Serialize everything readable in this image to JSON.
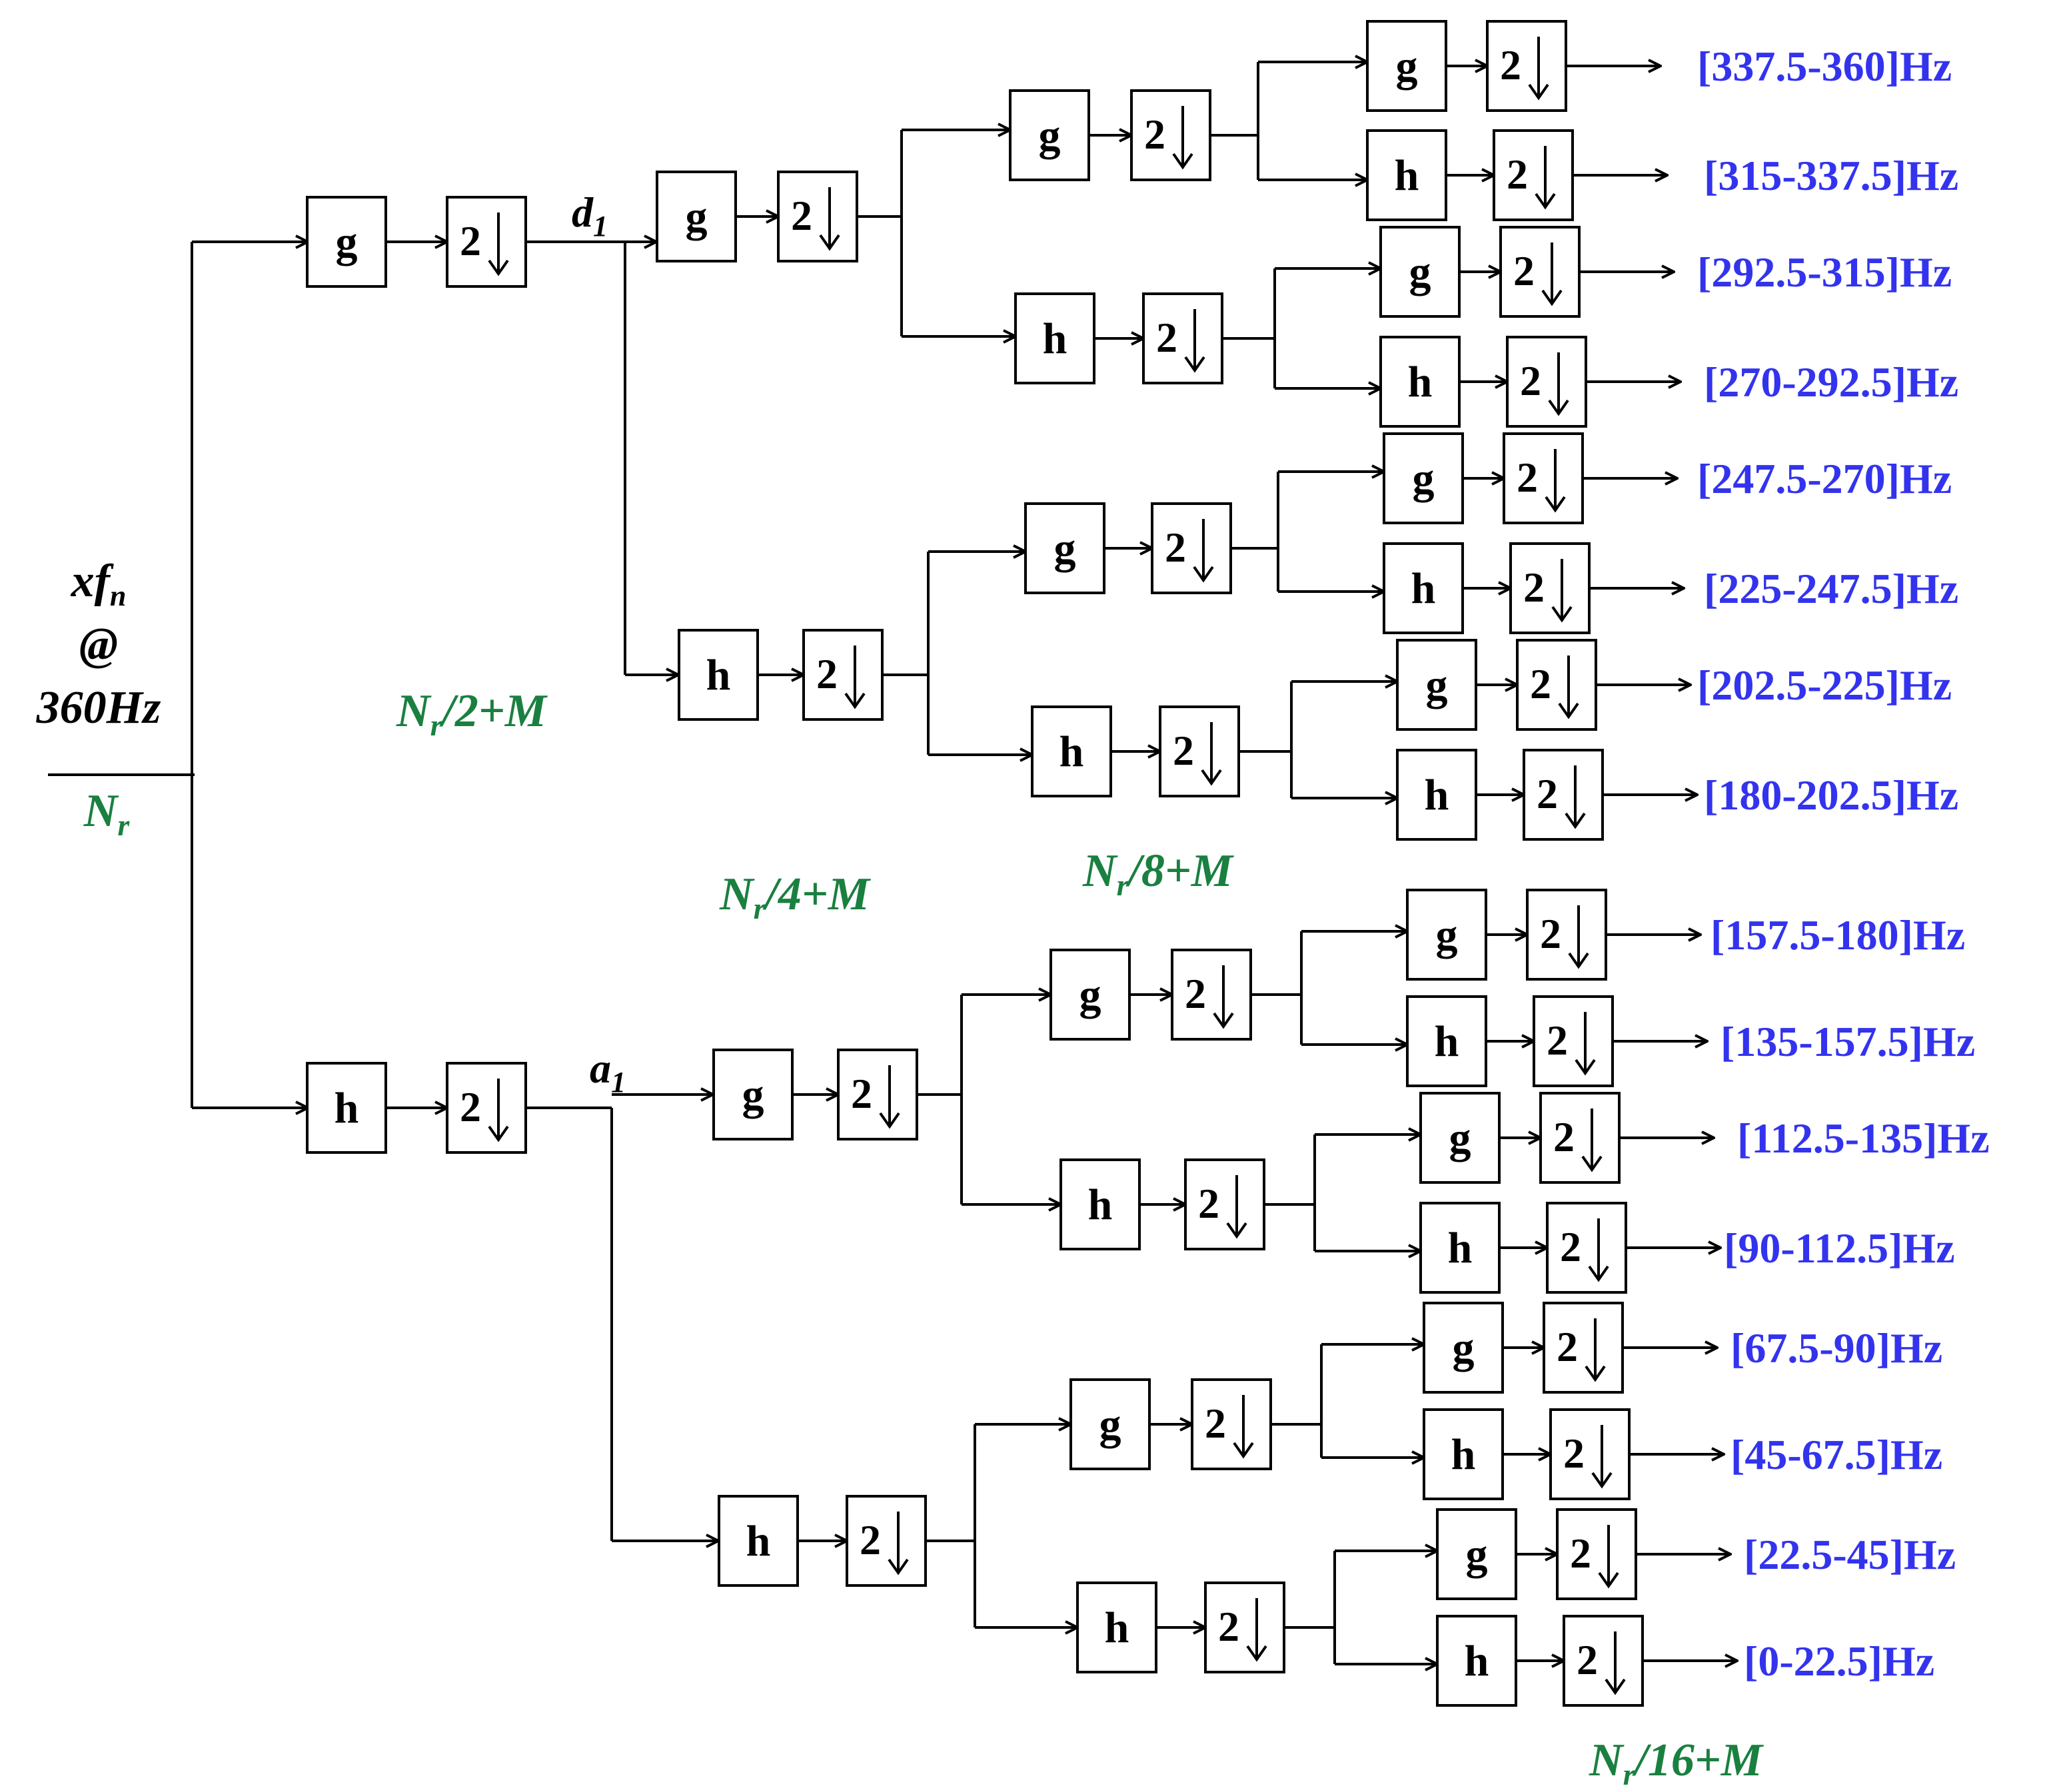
{
  "input": {
    "signal": "xf",
    "signal_sub": "n",
    "at": "@",
    "rate": "360Hz",
    "length": "N",
    "length_sub": "r"
  },
  "filters": {
    "g": "g",
    "h": "h"
  },
  "downsample": {
    "factor": "2"
  },
  "nodes": {
    "d1": {
      "main": "d",
      "sub": "1"
    },
    "a1": {
      "main": "a",
      "sub": "1"
    }
  },
  "lengths": [
    {
      "main": "N",
      "sub": "r",
      "rest": "/2+M"
    },
    {
      "main": "N",
      "sub": "r",
      "rest": "/4+M"
    },
    {
      "main": "N",
      "sub": "r",
      "rest": "/8+M"
    },
    {
      "main": "N",
      "sub": "r",
      "rest": "/16+M"
    }
  ],
  "bands": [
    "[337.5-360]Hz",
    "[315-337.5]Hz",
    "[292.5-315]Hz",
    "[270-292.5]Hz",
    "[247.5-270]Hz",
    "[225-247.5]Hz",
    "[202.5-225]Hz",
    "[180-202.5]Hz",
    "[157.5-180]Hz",
    "[135-157.5]Hz",
    "[112.5-135]Hz",
    "[90-112.5]Hz",
    "[67.5-90]Hz",
    "[45-67.5]Hz",
    "[22.5-45]Hz",
    "[0-22.5]Hz"
  ]
}
